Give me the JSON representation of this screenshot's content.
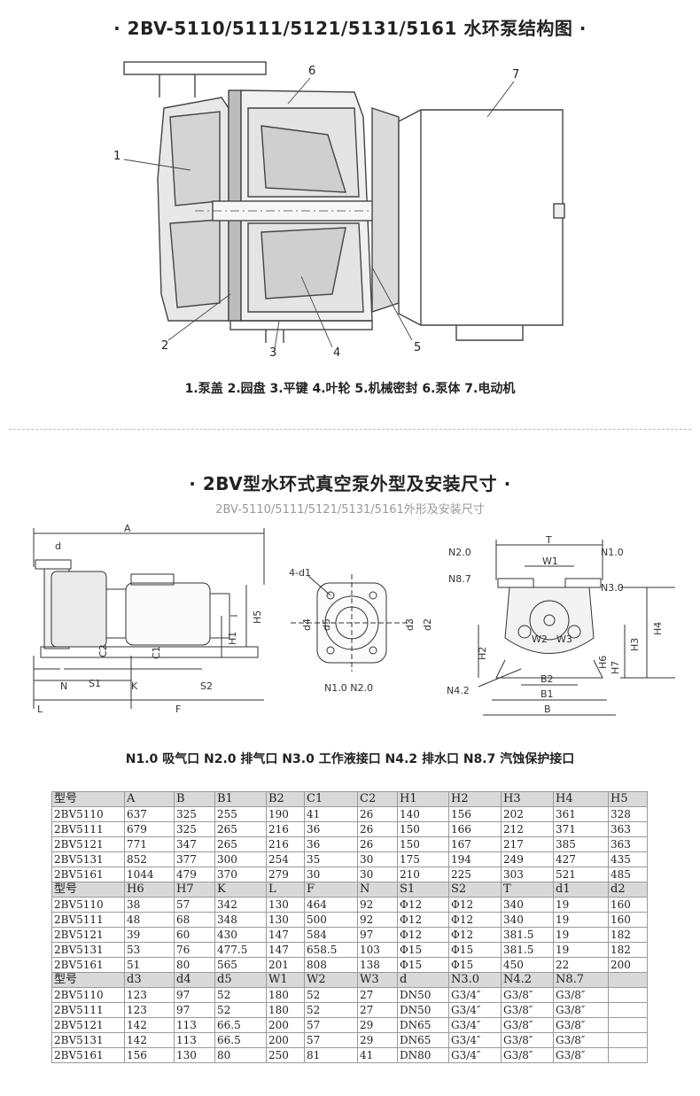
{
  "section1": {
    "title": "· 2BV-5110/5111/5121/5131/5161 水环泵结构图 ·",
    "callouts": [
      "1",
      "2",
      "3",
      "4",
      "5",
      "6",
      "7"
    ],
    "legend": "1.泵盖   2.园盘   3.平键   4.叶轮   5.机械密封   6.泵体   7.电动机"
  },
  "section2": {
    "title": "· 2BV型水环式真空泵外型及安装尺寸 ·",
    "subtitle": "2BV-5110/5111/5121/5131/5161外形及安装尺寸",
    "side_labels": {
      "A": "A",
      "d": "d",
      "H5": "H5",
      "H1": "H1",
      "C2": "C2",
      "C1": "C1",
      "N": "N",
      "S1": "S1",
      "K": "K",
      "S2": "S2",
      "L": "L",
      "F": "F"
    },
    "flange_labels": {
      "holes": "4-d1",
      "d4": "d4",
      "d5": "d5",
      "d3": "d3",
      "d2": "d2",
      "ports": "N1.0 N2.0"
    },
    "front_labels": {
      "T": "T",
      "W1": "W1",
      "N20": "N2.0",
      "N10": "N1.0",
      "N87": "N8.7",
      "N30": "N3.0",
      "W2": "W2",
      "W3": "W3",
      "H2": "H2",
      "H3": "H3",
      "H4": "H4",
      "H6": "H6",
      "H7": "H7",
      "N42": "N4.2",
      "B2": "B2",
      "B1": "B1",
      "B": "B"
    },
    "legend": "N1.0 吸气口   N2.0 排气口   N3.0 工作液接口   N4.2 排水口   N8.7 汽蚀保护接口"
  },
  "table": {
    "rows": [
      {
        "header": true,
        "cells": [
          "型号",
          "A",
          "B",
          "B1",
          "B2",
          "C1",
          "C2",
          "H1",
          "H2",
          "H3",
          "H4",
          "H5"
        ]
      },
      {
        "header": false,
        "cells": [
          "2BV5110",
          "637",
          "325",
          "255",
          "190",
          "41",
          "26",
          "140",
          "156",
          "202",
          "361",
          "328"
        ]
      },
      {
        "header": false,
        "cells": [
          "2BV5111",
          "679",
          "325",
          "265",
          "216",
          "36",
          "26",
          "150",
          "166",
          "212",
          "371",
          "363"
        ]
      },
      {
        "header": false,
        "cells": [
          "2BV5121",
          "771",
          "347",
          "265",
          "216",
          "36",
          "26",
          "150",
          "167",
          "217",
          "385",
          "363"
        ]
      },
      {
        "header": false,
        "cells": [
          "2BV5131",
          "852",
          "377",
          "300",
          "254",
          "35",
          "30",
          "175",
          "194",
          "249",
          "427",
          "435"
        ]
      },
      {
        "header": false,
        "cells": [
          "2BV5161",
          "1044",
          "479",
          "370",
          "279",
          "30",
          "30",
          "210",
          "225",
          "303",
          "521",
          "485"
        ]
      },
      {
        "header": true,
        "cells": [
          "型号",
          "H6",
          "H7",
          "K",
          "L",
          "F",
          "N",
          "S1",
          "S2",
          "T",
          "d1",
          "d2"
        ]
      },
      {
        "header": false,
        "cells": [
          "2BV5110",
          "38",
          "57",
          "342",
          "130",
          "464",
          "92",
          "Φ12",
          "Φ12",
          "340",
          "19",
          "160"
        ]
      },
      {
        "header": false,
        "cells": [
          "2BV5111",
          "48",
          "68",
          "348",
          "130",
          "500",
          "92",
          "Φ12",
          "Φ12",
          "340",
          "19",
          "160"
        ]
      },
      {
        "header": false,
        "cells": [
          "2BV5121",
          "39",
          "60",
          "430",
          "147",
          "584",
          "97",
          "Φ12",
          "Φ12",
          "381.5",
          "19",
          "182"
        ]
      },
      {
        "header": false,
        "cells": [
          "2BV5131",
          "53",
          "76",
          "477.5",
          "147",
          "658.5",
          "103",
          "Φ15",
          "Φ15",
          "381.5",
          "19",
          "182"
        ]
      },
      {
        "header": false,
        "cells": [
          "2BV5161",
          "51",
          "80",
          "565",
          "201",
          "808",
          "138",
          "Φ15",
          "Φ15",
          "450",
          "22",
          "200"
        ]
      },
      {
        "header": true,
        "cells": [
          "型号",
          "d3",
          "d4",
          "d5",
          "W1",
          "W2",
          "W3",
          "d",
          "N3.0",
          "N4.2",
          "N8.7",
          ""
        ]
      },
      {
        "header": false,
        "cells": [
          "2BV5110",
          "123",
          "97",
          "52",
          "180",
          "52",
          "27",
          "DN50",
          "G3/4″",
          "G3/8″",
          "G3/8″",
          ""
        ]
      },
      {
        "header": false,
        "cells": [
          "2BV5111",
          "123",
          "97",
          "52",
          "180",
          "52",
          "27",
          "DN50",
          "G3/4″",
          "G3/8″",
          "G3/8″",
          ""
        ]
      },
      {
        "header": false,
        "cells": [
          "2BV5121",
          "142",
          "113",
          "66.5",
          "200",
          "57",
          "29",
          "DN65",
          "G3/4″",
          "G3/8″",
          "G3/8″",
          ""
        ]
      },
      {
        "header": false,
        "cells": [
          "2BV5131",
          "142",
          "113",
          "66.5",
          "200",
          "57",
          "29",
          "DN65",
          "G3/4″",
          "G3/8″",
          "G3/8″",
          ""
        ]
      },
      {
        "header": false,
        "cells": [
          "2BV5161",
          "156",
          "130",
          "80",
          "250",
          "81",
          "41",
          "DN80",
          "G3/4″",
          "G3/8″",
          "G3/8″",
          ""
        ]
      }
    ]
  }
}
